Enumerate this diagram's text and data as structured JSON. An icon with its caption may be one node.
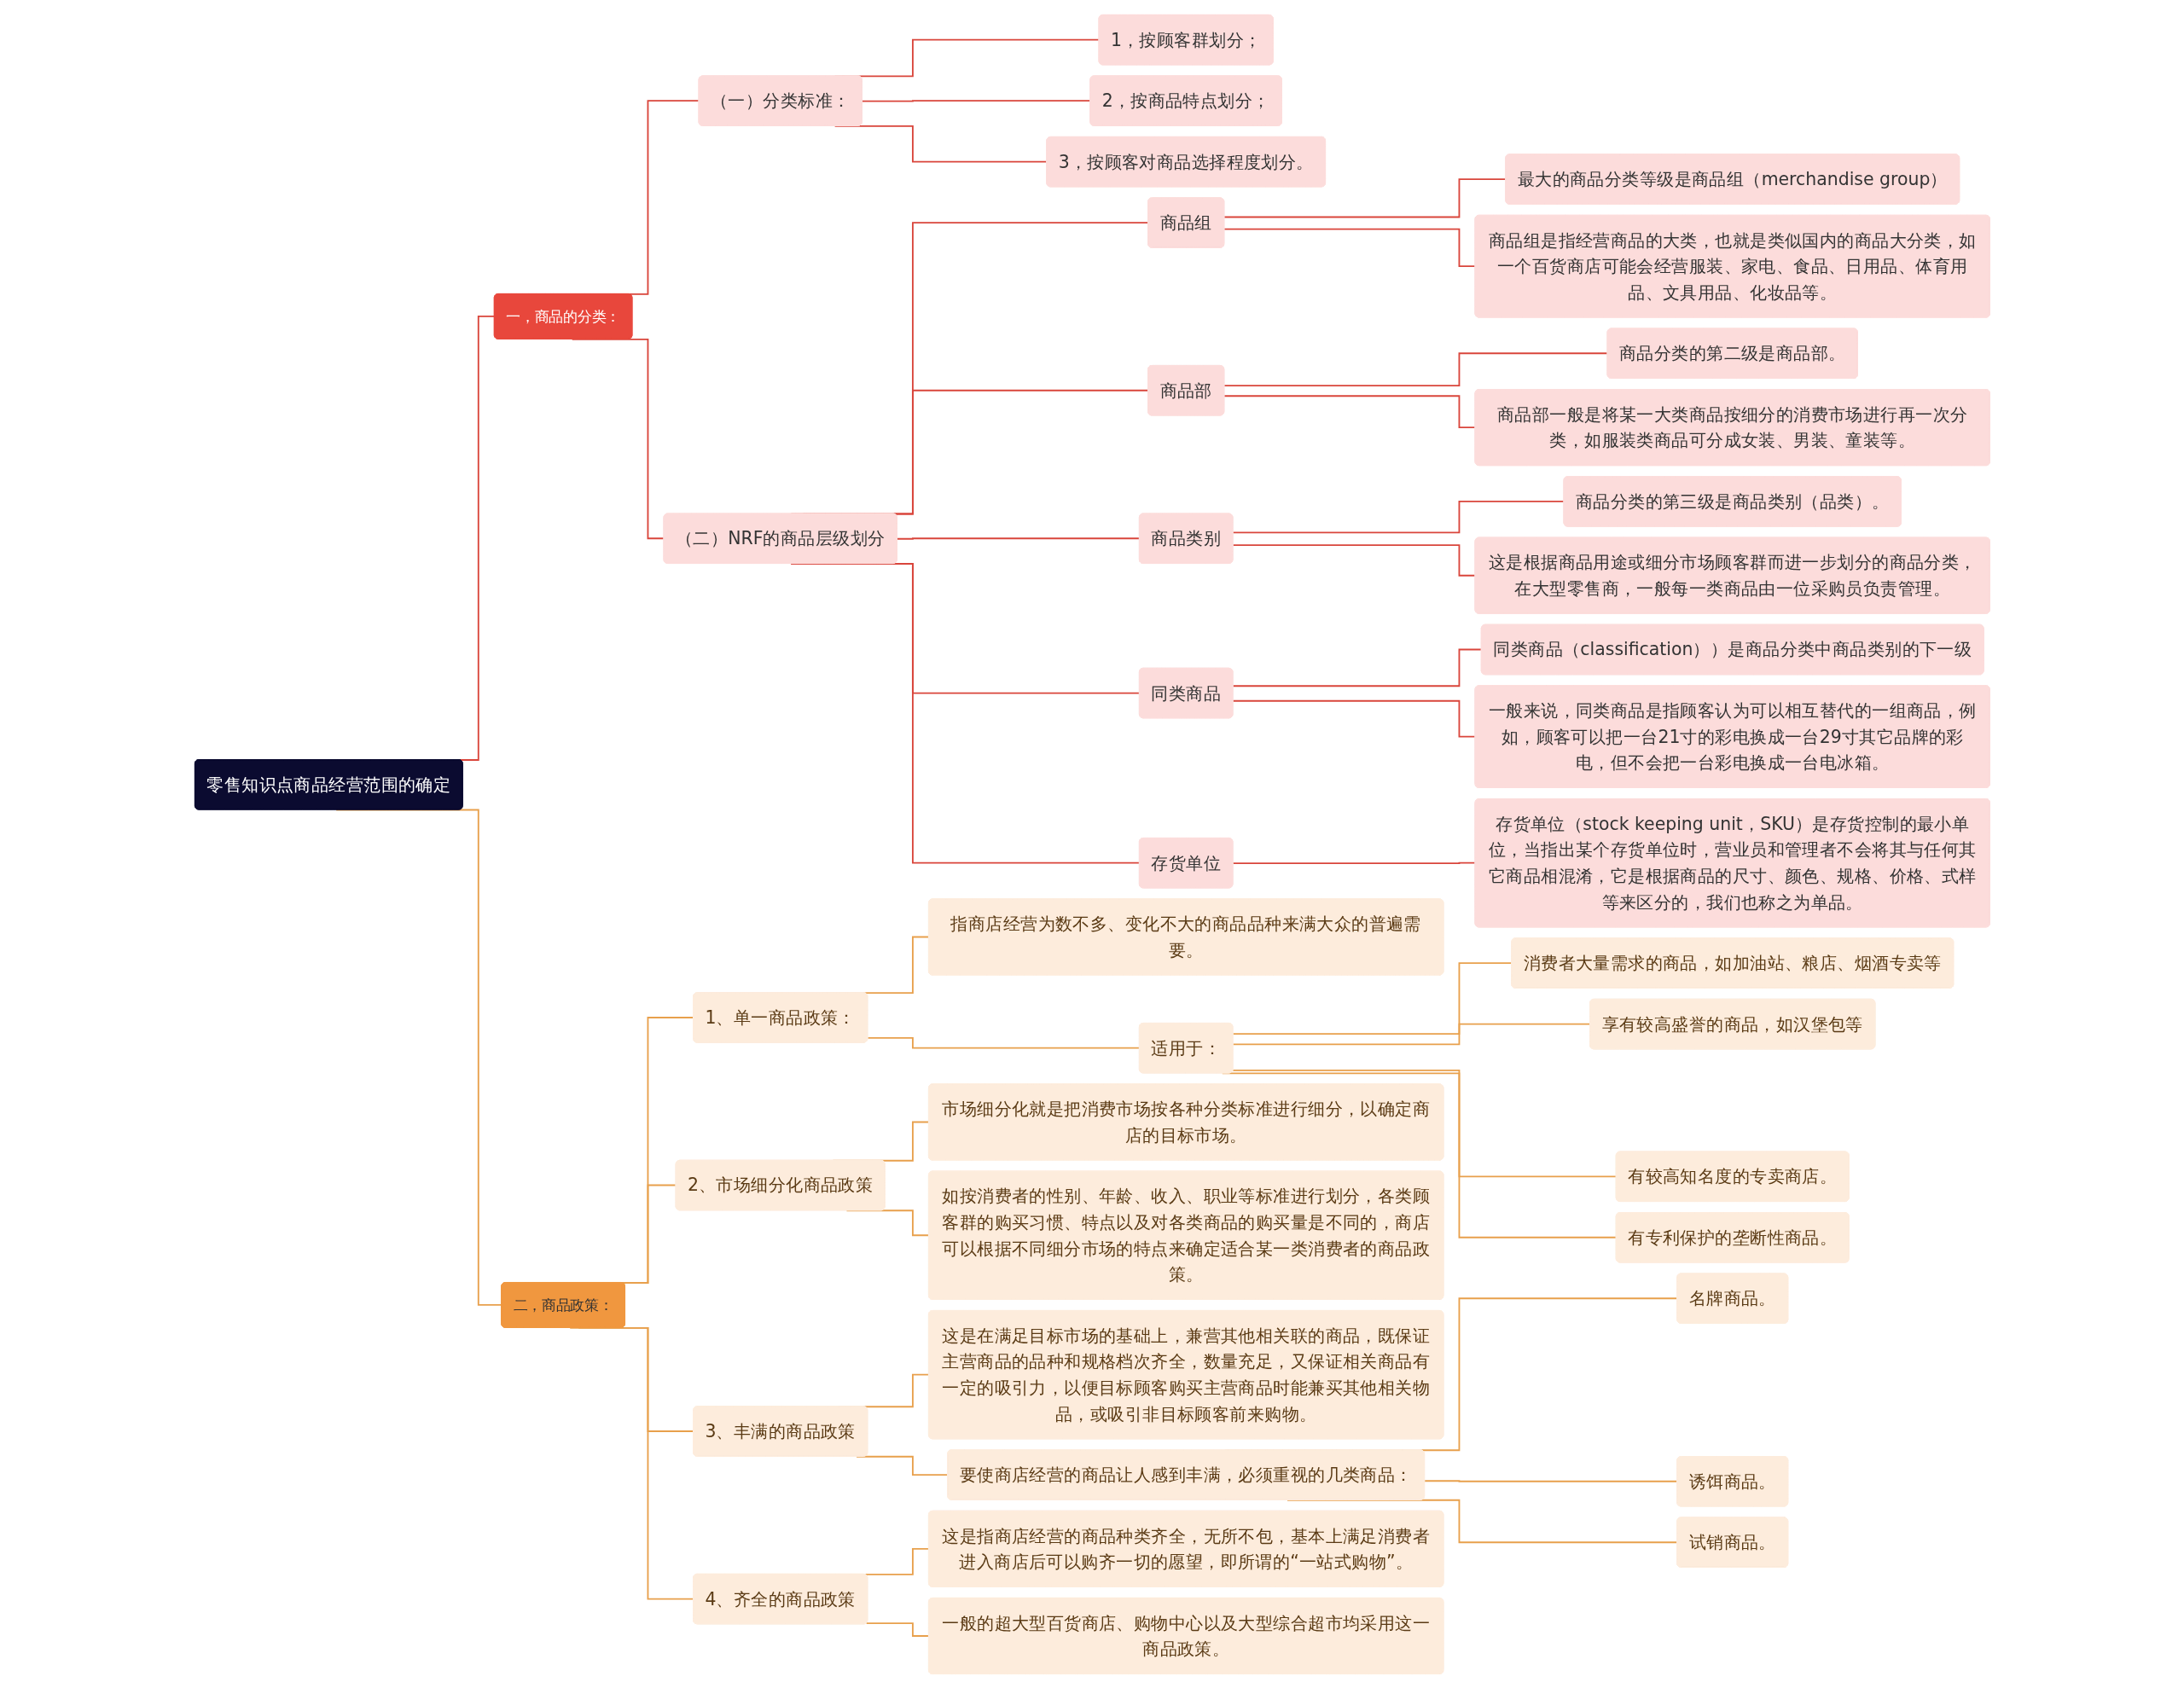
{
  "diagram": {
    "nodes": [
      {
        "text": [
          "零售知识点商品经营范围的确定"
        ]
      },
      {
        "text": [
          "一，商品的分类："
        ]
      },
      {
        "text": [
          "（一）分类标准："
        ]
      },
      {
        "text": [
          "1，按顾客群划分；"
        ]
      },
      {
        "text": [
          "2，按商品特点划分；"
        ]
      },
      {
        "text": [
          "3，按顾客对商品选择程度划分。"
        ]
      },
      {
        "text": [
          "（二）NRF的商品层级划分"
        ]
      },
      {
        "text": [
          "商品组"
        ]
      },
      {
        "text": [
          "最大的商品分类等级是商品组（merchandise group）"
        ]
      },
      {
        "text": [
          "商品组是指经营商品的大类，也就是类似国内的商品大分类，如一个百货商店可能会经营服装、家电、食品、日用品、体育用品、文具用品、化妆品等。"
        ]
      },
      {
        "text": [
          "商品部"
        ]
      },
      {
        "text": [
          "商品分类的第二级是商品部。"
        ]
      },
      {
        "text": [
          "商品部一般是将某一大类商品按细分的消费市场进行再一次分类，如服装类商品可分成女装、男装、童装等。"
        ]
      },
      {
        "text": [
          "商品类别"
        ]
      },
      {
        "text": [
          "商品分类的第三级是商品类别（品类）。"
        ]
      },
      {
        "text": [
          "这是根据商品用途或细分市场顾客群而进一步划分的商品分类，在大型零售商，一般每一类商品由一位采购员负责管理。"
        ]
      },
      {
        "text": [
          "同类商品"
        ]
      },
      {
        "text": [
          "同类商品（classification））是商品分类中商品类别的下一级"
        ]
      },
      {
        "text": [
          "一般来说，同类商品是指顾客认为可以相互替代的一组商品，例如，顾客可以把一台21寸的彩电换成一台29寸其它品牌的彩电，但不会把一台彩电换成一台电冰箱。"
        ]
      },
      {
        "text": [
          "存货单位"
        ]
      },
      {
        "text": [
          "存货单位（stock keeping unit，SKU）是存货控制的最小单位，当指出某个存货单位时，营业员和管理者不会将其与任何其它商品相混淆，它是根据商品的尺寸、颜色、规格、价格、式样等来区分的，我们也称之为单品。"
        ]
      },
      {
        "text": [
          "二，商品政策："
        ]
      },
      {
        "text": [
          "1、单一商品政策："
        ]
      },
      {
        "text": [
          "指商店经营为数不多、变化不大的商品品种来满大众的普遍需要。"
        ]
      },
      {
        "text": [
          "适用于："
        ]
      },
      {
        "text": [
          "消费者大量需求的商品，如加油站、粮店、烟酒专卖等"
        ]
      },
      {
        "text": [
          "享有较高盛誉的商品，如汉堡包等"
        ]
      },
      {
        "text": [
          "有较高知名度的专卖商店。"
        ]
      },
      {
        "text": [
          "有专利保护的垄断性商品。"
        ]
      },
      {
        "text": [
          "2、市场细分化商品政策"
        ]
      },
      {
        "text": [
          "市场细分化就是把消费市场按各种分类标准进行细分，以确定商店的目标市场。"
        ]
      },
      {
        "text": [
          "如按消费者的性别、年龄、收入、职业等标准进行划分，各类顾客群的购买习惯、特点以及对各类商品的购买量是不同的，商店可以根据不同细分市场的特点来确定适合某一类消费者的商品政策。"
        ]
      },
      {
        "text": [
          "3、丰满的商品政策"
        ]
      },
      {
        "text": [
          "这是在满足目标市场的基础上，兼营其他相关联的商品，既保证主营商品的品种和规格档次齐全，数量充足，又保证相关商品有一定的吸引力，以便目标顾客购买主营商品时能兼买其他相关物品，或吸引非目标顾客前来购物。"
        ]
      },
      {
        "text": [
          "要使商店经营的商品让人感到丰满，必须重视的几类商品："
        ]
      },
      {
        "text": [
          "名牌商品。"
        ]
      },
      {
        "text": [
          "诱饵商品。"
        ]
      },
      {
        "text": [
          "试销商品。"
        ]
      },
      {
        "text": [
          "4、齐全的商品政策"
        ]
      },
      {
        "text": [
          "这是指商店经营的商品种类齐全，无所不包，基本上满足消费者进入商店后可以购齐一切的愿望，即所谓的“一站式购物”。"
        ]
      },
      {
        "text": [
          "一般的超大型百货商店、购物中心以及大型综合超市均采用这一商品政策。"
        ]
      }
    ],
    "edges": [
      {
        "from": 0,
        "to": 1,
        "arrow": "none",
        "color": "#d9453b"
      },
      {
        "from": 1,
        "to": 2,
        "arrow": "none",
        "color": "#d9453b"
      },
      {
        "from": 2,
        "to": 3,
        "arrow": "none",
        "color": "#d9453b"
      },
      {
        "from": 2,
        "to": 4,
        "arrow": "none",
        "color": "#d9453b"
      },
      {
        "from": 2,
        "to": 5,
        "arrow": "none",
        "color": "#d9453b"
      },
      {
        "from": 1,
        "to": 6,
        "arrow": "none",
        "color": "#d9453b"
      },
      {
        "from": 6,
        "to": 7,
        "arrow": "none",
        "color": "#d9453b"
      },
      {
        "from": 7,
        "to": 8,
        "arrow": "none",
        "color": "#d9453b"
      },
      {
        "from": 7,
        "to": 9,
        "arrow": "none",
        "color": "#d9453b"
      },
      {
        "from": 6,
        "to": 10,
        "arrow": "none",
        "color": "#d9453b"
      },
      {
        "from": 10,
        "to": 11,
        "arrow": "none",
        "color": "#d9453b"
      },
      {
        "from": 10,
        "to": 12,
        "arrow": "none",
        "color": "#d9453b"
      },
      {
        "from": 6,
        "to": 13,
        "arrow": "none",
        "color": "#d9453b"
      },
      {
        "from": 13,
        "to": 14,
        "arrow": "none",
        "color": "#d9453b"
      },
      {
        "from": 13,
        "to": 15,
        "arrow": "none",
        "color": "#d9453b"
      },
      {
        "from": 6,
        "to": 16,
        "arrow": "none",
        "color": "#d9453b"
      },
      {
        "from": 16,
        "to": 17,
        "arrow": "none",
        "color": "#d9453b"
      },
      {
        "from": 16,
        "to": 18,
        "arrow": "none",
        "color": "#d9453b"
      },
      {
        "from": 6,
        "to": 19,
        "arrow": "none",
        "color": "#d9453b"
      },
      {
        "from": 19,
        "to": 20,
        "arrow": "none",
        "color": "#d9453b"
      },
      {
        "from": 0,
        "to": 21,
        "arrow": "none",
        "color": "#e8a04c"
      },
      {
        "from": 21,
        "to": 22,
        "arrow": "none",
        "color": "#e8a04c"
      },
      {
        "from": 22,
        "to": 23,
        "arrow": "none",
        "color": "#e8a04c"
      },
      {
        "from": 22,
        "to": 24,
        "arrow": "none",
        "color": "#e8a04c"
      },
      {
        "from": 24,
        "to": 25,
        "arrow": "none",
        "color": "#e8a04c"
      },
      {
        "from": 24,
        "to": 26,
        "arrow": "none",
        "color": "#e8a04c"
      },
      {
        "from": 24,
        "to": 27,
        "arrow": "none",
        "color": "#e8a04c"
      },
      {
        "from": 24,
        "to": 28,
        "arrow": "none",
        "color": "#e8a04c"
      },
      {
        "from": 21,
        "to": 29,
        "arrow": "none",
        "color": "#e8a04c"
      },
      {
        "from": 29,
        "to": 30,
        "arrow": "none",
        "color": "#e8a04c"
      },
      {
        "from": 29,
        "to": 31,
        "arrow": "none",
        "color": "#e8a04c"
      },
      {
        "from": 21,
        "to": 32,
        "arrow": "none",
        "color": "#e8a04c"
      },
      {
        "from": 32,
        "to": 33,
        "arrow": "none",
        "color": "#e8a04c"
      },
      {
        "from": 32,
        "to": 34,
        "arrow": "none",
        "color": "#e8a04c"
      },
      {
        "from": 34,
        "to": 35,
        "arrow": "none",
        "color": "#e8a04c"
      },
      {
        "from": 34,
        "to": 36,
        "arrow": "none",
        "color": "#e8a04c"
      },
      {
        "from": 34,
        "to": 37,
        "arrow": "none",
        "color": "#e8a04c"
      },
      {
        "from": 21,
        "to": 38,
        "arrow": "none",
        "color": "#e8a04c"
      },
      {
        "from": 38,
        "to": 39,
        "arrow": "none",
        "color": "#e8a04c"
      },
      {
        "from": 38,
        "to": 40,
        "arrow": "none",
        "color": "#e8a04c"
      }
    ]
  }
}
